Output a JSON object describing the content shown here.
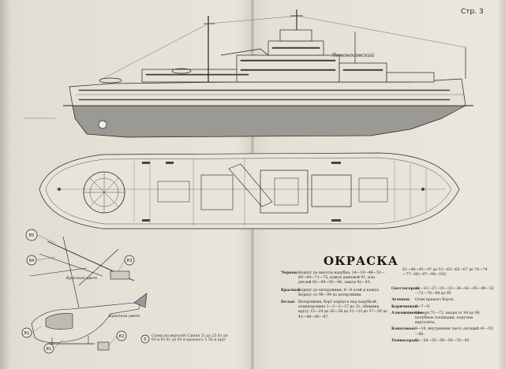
{
  "page_number": "Стр. 3",
  "ship_name": "Ломоносовский",
  "title": "ОКРАСКА",
  "callouts": [
    "85",
    "84",
    "83",
    "81",
    "81",
    "82",
    "5"
  ],
  "paint_notes_left": [
    {
      "label": "Черная:",
      "text": "Корпус до высоты надубка, 14—19—48—51—60—64—71—75, кожух дымовой 91, ила детаей 81—84—92—96, лаксы 42—45."
    },
    {
      "label": "Красная:",
      "text": "Корпус до ватерлинии, 6—8 осей и кожух. Корпус от 96—99 до ватерлинии."
    },
    {
      "label": "Белая:",
      "text": "Ватерлиния, борт корпуса над надубкой, поднятрозина 1—2—3—17 до 31, обшивка кругу 15—24 до 26—28 до 31—33 до 37—39 до 41—44—45—47."
    }
  ],
  "paint_notes_right": [
    {
      "label": "Светлосерая:",
      "text": "11—23—27—31—33—36—42—45—49—52—72—76—84 до 95"
    },
    {
      "label": "Зеленая:",
      "text": "Огни правого борта."
    },
    {
      "label": "Коричневая:",
      "text": "6—7—9."
    },
    {
      "label": "Алюминиевая:",
      "text": "14 верх 71—72, якоря от 94 до 96 палубные площадки, поручни вертолёта."
    },
    {
      "label": "Канатовая:",
      "text": "9—10, внутренняя часть дотаций 41—55—60."
    },
    {
      "label": "Темносерая:",
      "text": "52—54—55—58—59—76—95."
    }
  ],
  "paint_notes_top": "61—44—45—47 до 51—63—65—67 до 70—74—77—80—97—98—102.",
  "small_caption_1": "Красный цвет",
  "small_caption_2": "Красный цвет",
  "tiny_note": "Схема на вертолёт  Синяя 21 до 25  81 до 83 и 85  81 до 83 и красного 5 ЗБ и круг"
}
